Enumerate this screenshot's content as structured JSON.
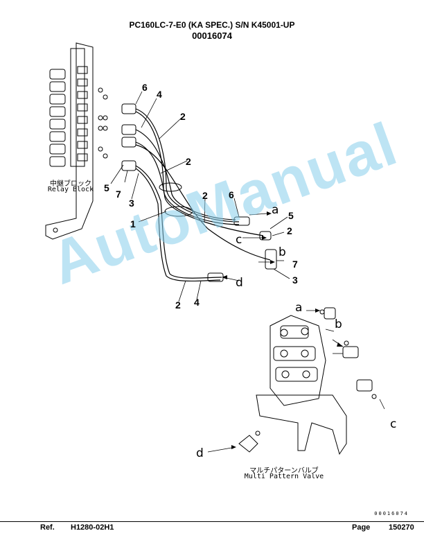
{
  "header": {
    "title": "PC160LC-7-E0 (KA SPEC.) S/N K45001-UP",
    "part_code": "00016074"
  },
  "watermark": "AutoManual",
  "diagram": {
    "relay_block_jp": "中継ブロック",
    "relay_block_en": "Relay Block",
    "valve_jp": "マルチパターンバルブ",
    "valve_en": "Multi Pattern Valve",
    "callouts": [
      "6",
      "4",
      "2",
      "2",
      "5",
      "7",
      "3",
      "1",
      "2",
      "6",
      "5",
      "2",
      "7",
      "3",
      "2",
      "4"
    ],
    "letters": [
      "a",
      "c",
      "b",
      "d",
      "a",
      "b",
      "c",
      "d"
    ]
  },
  "small_code": "00016074",
  "footer": {
    "ref_label": "Ref.",
    "ref_code": "H1280-02H1",
    "page_label": "Page",
    "page_number": "150270"
  }
}
